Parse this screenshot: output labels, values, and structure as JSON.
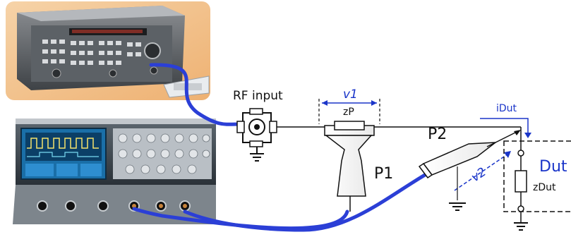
{
  "labels": {
    "rf_input": "RF input",
    "v1": "v1",
    "zp": "zP",
    "idut": "iDut",
    "p2": "P2",
    "p1": "P1",
    "v2": "v2",
    "dut": "Dut",
    "zdut": "zDut"
  },
  "colors": {
    "cable": "#2b3fd6",
    "annotation": "#1a35c9",
    "wire": "#111111",
    "generator_bg": "#f3c38e",
    "scope_body": "#3b4650",
    "scope_screen": "#1a6fa8"
  },
  "icons": [
    "signal-generator-photo",
    "oscilloscope-photo",
    "bnc-connector",
    "ground-symbol",
    "probe-p1",
    "probe-p2",
    "resistor"
  ]
}
